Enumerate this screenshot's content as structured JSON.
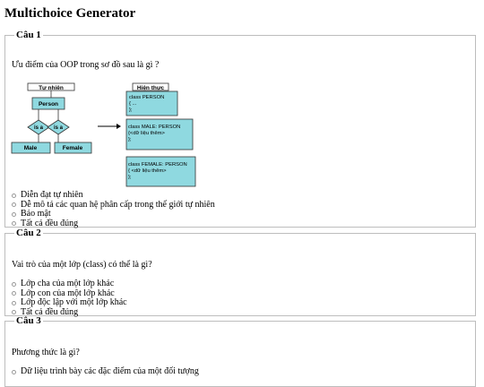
{
  "app": {
    "title": "Multichoice Generator"
  },
  "questions": [
    {
      "legend": "Câu 1",
      "text": "Ưu điểm của OOP trong sơ đồ sau là gì ?",
      "diagram": {
        "left_title": "Tự nhiên",
        "right_title": "Hiện thực",
        "person": "Person",
        "isa_1": "is a",
        "isa_2": "is a",
        "male": "Male",
        "female": "Female",
        "class_person": [
          "class PERSON",
          "{ ...",
          "};"
        ],
        "class_male": [
          "class MALE: PERSON",
          "{<dữ liệu thêm>",
          "};"
        ],
        "class_female": [
          "class FEMALE: PERSON",
          "{   <dữ liệu thêm>",
          "};"
        ]
      },
      "options": [
        "Diễn đạt tự nhiên",
        "Dễ mô tả các quan hệ phân cấp trong thế giới tự nhiên",
        "Bảo mật",
        "Tất cả đều đúng"
      ]
    },
    {
      "legend": "Câu 2",
      "text": "Vai trò của một lớp (class) có thể là gì?",
      "options": [
        "Lớp cha của một lớp khác",
        "Lớp con của một lớp khác",
        "Lớp độc lập với một lớp khác",
        "Tất cả đều đúng"
      ]
    },
    {
      "legend": "Câu 3",
      "text": "Phương thức là gì?",
      "options": [
        "Dữ liệu trình bày các đặc điểm của một đối tượng"
      ]
    }
  ],
  "colors": {
    "box_fill": "#8fd9e0",
    "box_stroke": "#333333"
  }
}
